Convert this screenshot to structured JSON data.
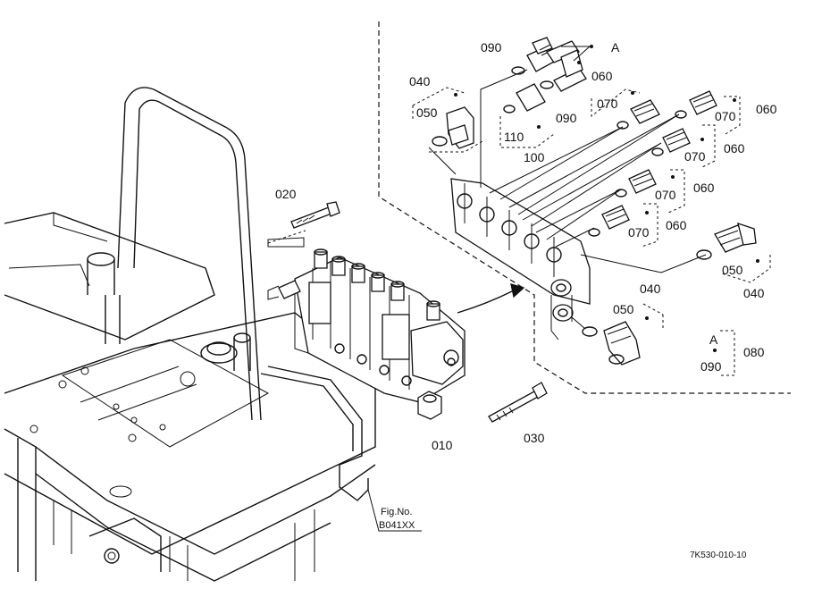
{
  "callouts": [
    {
      "id": "c010",
      "text": "010"
    },
    {
      "id": "c020",
      "text": "020"
    },
    {
      "id": "c030",
      "text": "030"
    },
    {
      "id": "c040a",
      "text": "040"
    },
    {
      "id": "c050a",
      "text": "050"
    },
    {
      "id": "c090a",
      "text": "090"
    },
    {
      "id": "cA1",
      "text": "A"
    },
    {
      "id": "c060a",
      "text": "060"
    },
    {
      "id": "c070a",
      "text": "070"
    },
    {
      "id": "c090b",
      "text": "090"
    },
    {
      "id": "c110",
      "text": "110"
    },
    {
      "id": "c100",
      "text": "100"
    },
    {
      "id": "c070b",
      "text": "070"
    },
    {
      "id": "c060b",
      "text": "060"
    },
    {
      "id": "c070c",
      "text": "070"
    },
    {
      "id": "c060c",
      "text": "060"
    },
    {
      "id": "c070d",
      "text": "070"
    },
    {
      "id": "c060d",
      "text": "060"
    },
    {
      "id": "c070e",
      "text": "070"
    },
    {
      "id": "c060e",
      "text": "060"
    },
    {
      "id": "c050b",
      "text": "050"
    },
    {
      "id": "c040b",
      "text": "040"
    },
    {
      "id": "c040c",
      "text": "040"
    },
    {
      "id": "c050c",
      "text": "050"
    },
    {
      "id": "cA2",
      "text": "A"
    },
    {
      "id": "c090c",
      "text": "090"
    },
    {
      "id": "c080",
      "text": "080"
    }
  ],
  "figure_ref": {
    "label": "Fig.No.",
    "number": "B041XX"
  },
  "drawing_code": "7K530-010-10"
}
